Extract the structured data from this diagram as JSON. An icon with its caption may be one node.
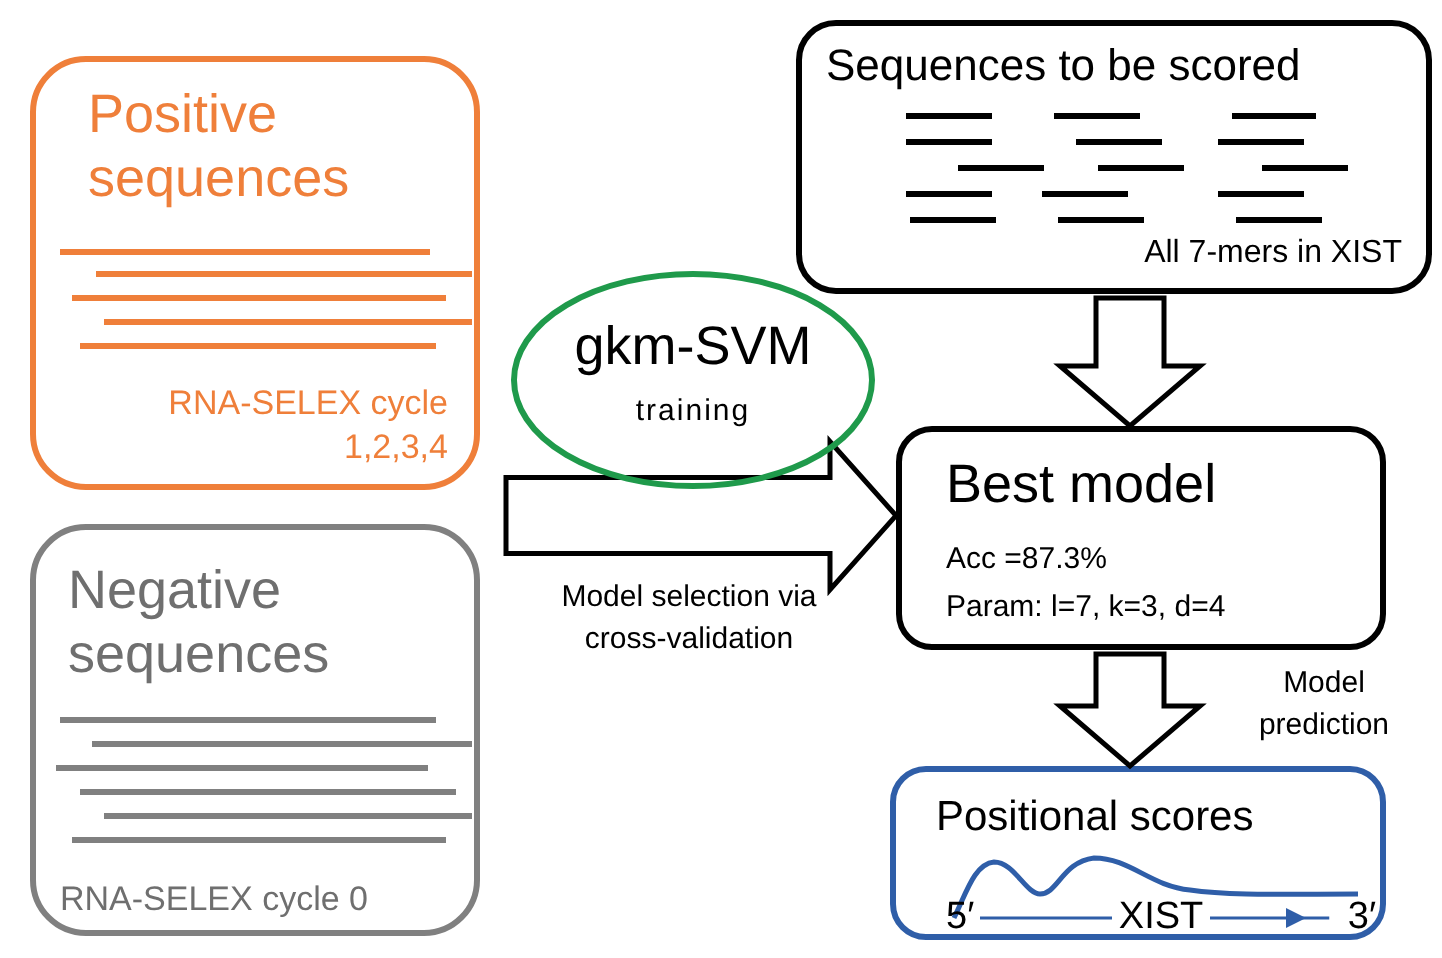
{
  "diagram": {
    "nodes": [
      {
        "text": [
          "Positive sequences",
          "RNA-SELEX cycle 1,2,3,4"
        ]
      },
      {
        "text": [
          "Negative sequences",
          "RNA-SELEX cycle 0"
        ]
      },
      {
        "text": [
          "gkm-SVM",
          "training"
        ]
      },
      {
        "text": [
          "Sequences to be scored",
          "All 7-mers in XIST"
        ]
      },
      {
        "text": [
          "Best model",
          "Acc =87.3%",
          "Param: l=7, k=3, d=4"
        ]
      },
      {
        "text": [
          "Positional scores",
          "5′",
          "XIST",
          "3′"
        ]
      }
    ],
    "edges": [
      {
        "from": null,
        "to": 4,
        "arrow": "to",
        "label": "Model selection via cross-validation"
      },
      {
        "from": 3,
        "to": 4,
        "arrow": "to"
      },
      {
        "from": 4,
        "to": 5,
        "arrow": "to",
        "label": "Model prediction"
      }
    ]
  }
}
